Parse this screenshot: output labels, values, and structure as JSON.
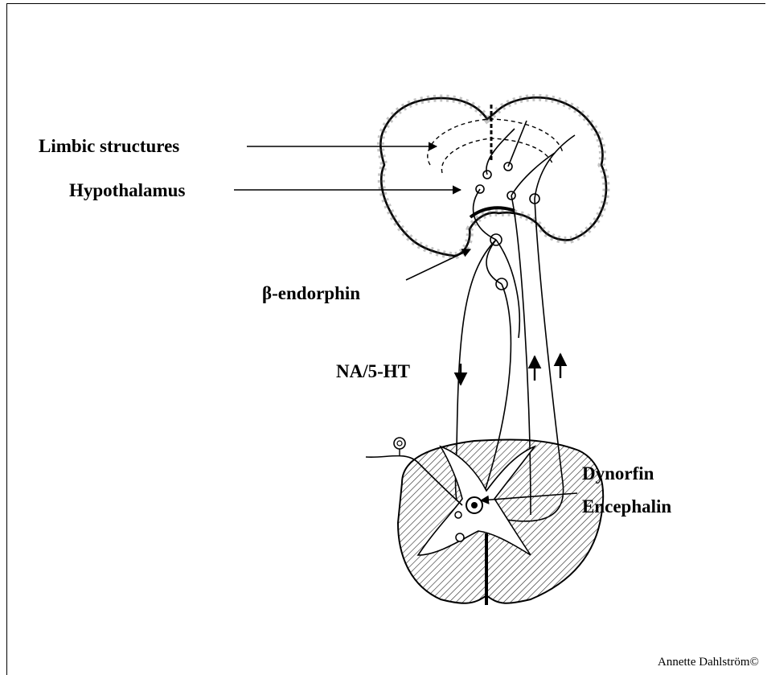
{
  "labels": {
    "limbic": "Limbic structures",
    "hypothalamus": "Hypothalamus",
    "beta_endorphin": "β-endorphin",
    "na_5ht": "NA/5-HT",
    "dynorfin": "Dynorfin",
    "encephalin": "Encephalin"
  },
  "credit": "Annette Dahlström©"
}
